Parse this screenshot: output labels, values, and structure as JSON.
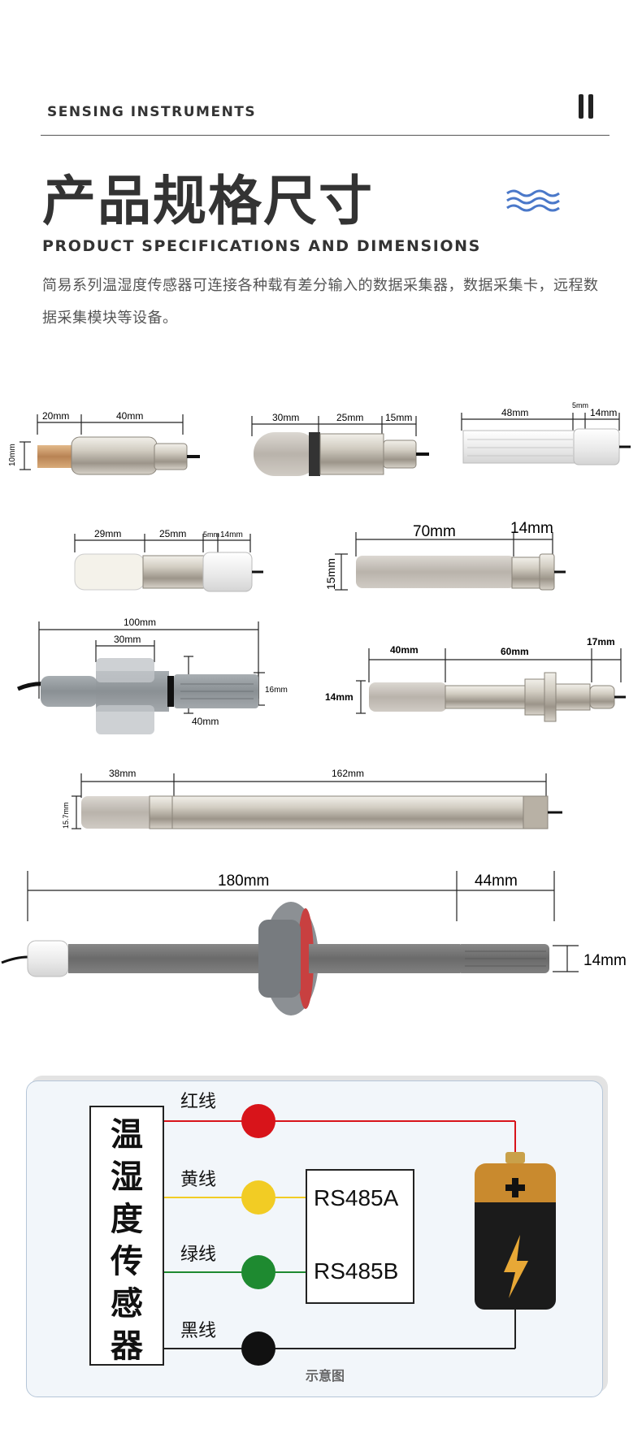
{
  "header": {
    "brand": "SENSING INSTRUMENTS",
    "title": "产品规格尺寸",
    "subtitle": "PRODUCT SPECIFICATIONS AND DIMENSIONS",
    "description": "简易系列温湿度传感器可连接各种载有差分输入的数据采集器，数据采集卡，远程数据采集模块等设备。"
  },
  "dimensions": {
    "p1": {
      "a": "20mm",
      "b": "40mm",
      "h": "10mm"
    },
    "p2": {
      "a": "30mm",
      "b": "25mm",
      "c": "15mm"
    },
    "p3": {
      "a": "48mm",
      "b": "5mm",
      "c": "14mm"
    },
    "p4": {
      "a": "29mm",
      "b": "25mm",
      "c": "5mm",
      "d": "14mm"
    },
    "p5": {
      "a": "70mm",
      "b": "14mm",
      "h": "15mm"
    },
    "p6": {
      "a": "100mm",
      "b": "30mm",
      "c": "40mm",
      "h": "16mm"
    },
    "p7": {
      "a": "40mm",
      "b": "60mm",
      "c": "17mm",
      "h": "14mm"
    },
    "p8": {
      "a": "38mm",
      "b": "162mm",
      "h": "15.7mm"
    },
    "p9": {
      "a": "180mm",
      "b": "44mm",
      "h": "14mm"
    }
  },
  "wiring": {
    "sensor_label": [
      "温",
      "湿",
      "度",
      "传",
      "感",
      "器"
    ],
    "red_wire": "红线",
    "yellow_wire": "黄线",
    "green_wire": "绿线",
    "black_wire": "黑线",
    "rs485a": "RS485A",
    "rs485b": "RS485B",
    "caption": "示意图",
    "colors": {
      "red": "#d8141a",
      "yellow": "#f2cc24",
      "green": "#1e8a30",
      "black": "#111111"
    }
  }
}
